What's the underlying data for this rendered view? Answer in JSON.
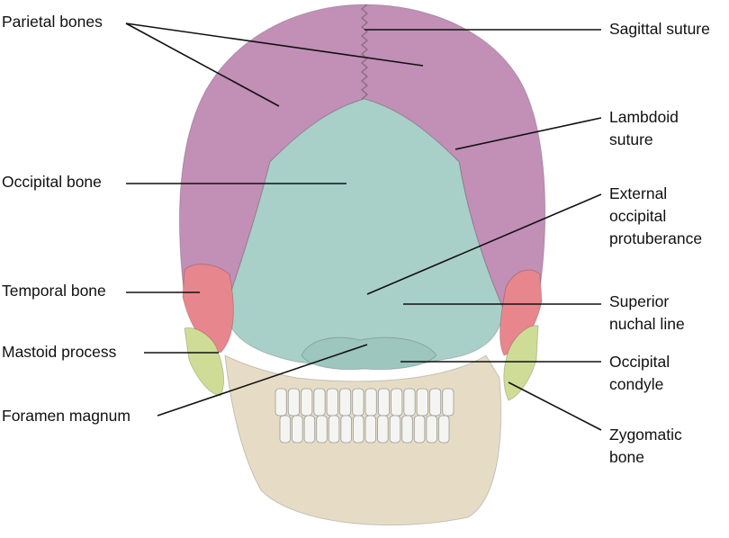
{
  "colors": {
    "parietal": "#c28fb6",
    "occipital": "#a9d0c8",
    "temporal": "#e8868e",
    "zygomatic": "#cfdc96",
    "bone": "#e6dcc6",
    "teeth": "#f4f4f2",
    "leader": "#111111"
  },
  "labels": {
    "parietal_bones": "Parietal bones",
    "occipital_bone": "Occipital bone",
    "temporal_bone": "Temporal bone",
    "mastoid_process": "Mastoid process",
    "foramen_magnum": "Foramen magnum",
    "sagittal_suture": "Sagittal suture",
    "lambdoid_suture": [
      "Lambdoid",
      "suture"
    ],
    "external_occipital_protuberance": [
      "External",
      "occipital",
      "protuberance"
    ],
    "superior_nuchal_line": [
      "Superior",
      "nuchal line"
    ],
    "occipital_condyle": [
      "Occipital",
      "condyle"
    ],
    "zygomatic_bone": [
      "Zygomatic",
      "bone"
    ]
  }
}
